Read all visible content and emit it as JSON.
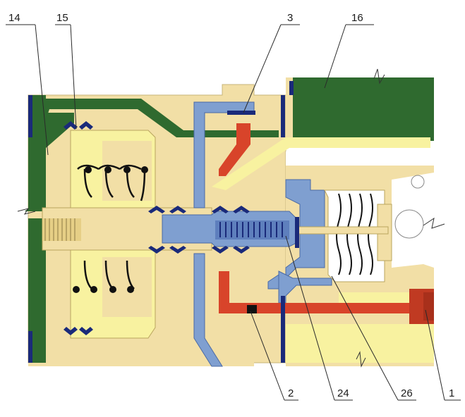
{
  "callouts": {
    "c14": "14",
    "c15": "15",
    "c3": "3",
    "c16": "16",
    "c2": "2",
    "c24": "24",
    "c26": "26",
    "c1": "1"
  },
  "colors": {
    "housing_cream": "#f2dfa6",
    "chamber_yellow": "#f8f2a0",
    "seal_green": "#2f6a2f",
    "channel_blue": "#7f9fd0",
    "seal_navy": "#1a2a7a",
    "oil_red": "#d8442a",
    "spring_black": "#111111",
    "background": "#ffffff"
  }
}
